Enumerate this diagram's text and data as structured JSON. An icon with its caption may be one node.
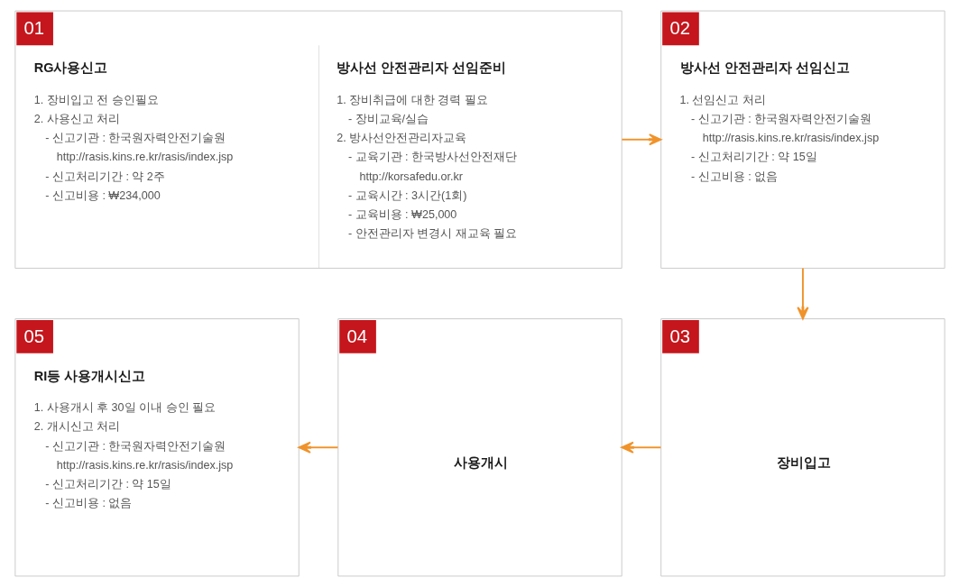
{
  "diagram": {
    "nodes": [
      {
        "text": [
          "01",
          "RG사용신고",
          "1. 장비입고 전 승인필요",
          "2. 사용신고 처리",
          "- 신고기관 : 한국원자력안전기술원",
          "http://rasis.kins.re.kr/rasis/index.jsp",
          "- 신고처리기간 : 약 2주",
          "- 신고비용 : ₩234,000",
          "방사선 안전관리자 선임준비",
          "1. 장비취급에 대한 경력 필요",
          "- 장비교육/실습",
          "2. 방사선안전관리자교육",
          "- 교육기관 : 한국방사선안전재단",
          "http://korsafedu.or.kr",
          "- 교육시간 : 3시간(1회)",
          "- 교육비용 : ₩25,000",
          "- 안전관리자 변경시 재교육 필요"
        ]
      },
      {
        "text": [
          "02",
          "방사선 안전관리자 선임신고",
          "1. 선임신고 처리",
          "- 신고기관 : 한국원자력안전기술원",
          "http://rasis.kins.re.kr/rasis/index.jsp",
          "- 신고처리기간 : 약 15일",
          "- 신고비용 : 없음"
        ]
      },
      {
        "text": [
          "03",
          "장비입고"
        ]
      },
      {
        "text": [
          "04",
          "사용개시"
        ]
      },
      {
        "text": [
          "05",
          "RI등 사용개시신고",
          "1. 사용개시 후 30일 이내 승인 필요",
          "2. 개시신고 처리",
          "- 신고기관 : 한국원자력안전기술원",
          "http://rasis.kins.re.kr/rasis/index.jsp",
          "- 신고처리기간 : 약 15일",
          "- 신고비용 : 없음"
        ]
      }
    ],
    "edges": [
      {
        "from": 0,
        "to": 1,
        "arrow": "to"
      },
      {
        "from": 1,
        "to": 2,
        "arrow": "to"
      },
      {
        "from": 2,
        "to": 3,
        "arrow": "to"
      },
      {
        "from": 3,
        "to": 4,
        "arrow": "to"
      }
    ]
  }
}
